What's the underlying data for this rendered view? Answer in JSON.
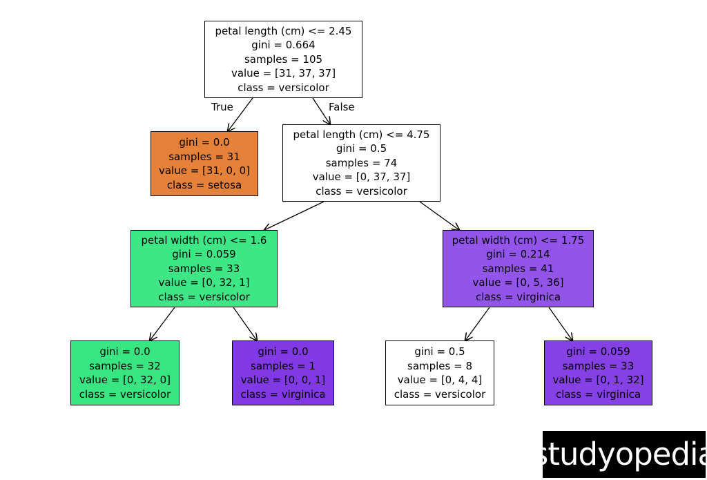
{
  "nodes": [
    {
      "id": "root",
      "lines": [
        "petal length (cm) <= 2.45",
        "gini = 0.664",
        "samples = 105",
        "value = [31, 37, 37]",
        "class = versicolor"
      ],
      "fill": "#ffffff"
    },
    {
      "id": "setosa-leaf",
      "lines": [
        "gini = 0.0",
        "samples = 31",
        "value = [31, 0, 0]",
        "class = setosa"
      ],
      "fill": "#e58139"
    },
    {
      "id": "split-petal-length-4-75",
      "lines": [
        "petal length (cm) <= 4.75",
        "gini = 0.5",
        "samples = 74",
        "value = [0, 37, 37]",
        "class = versicolor"
      ],
      "fill": "#ffffff"
    },
    {
      "id": "split-petal-width-1-6",
      "lines": [
        "petal width (cm) <= 1.6",
        "gini = 0.059",
        "samples = 33",
        "value = [0, 32, 1]",
        "class = versicolor"
      ],
      "fill": "#3fe685"
    },
    {
      "id": "split-petal-width-1-75",
      "lines": [
        "petal width (cm) <= 1.75",
        "gini = 0.214",
        "samples = 41",
        "value = [0, 5, 36]",
        "class = virginica"
      ],
      "fill": "#9355e9"
    },
    {
      "id": "versicolor-leaf-32",
      "lines": [
        "gini = 0.0",
        "samples = 32",
        "value = [0, 32, 0]",
        "class = versicolor"
      ],
      "fill": "#39e581"
    },
    {
      "id": "virginica-leaf-1",
      "lines": [
        "gini = 0.0",
        "samples = 1",
        "value = [0, 0, 1]",
        "class = virginica"
      ],
      "fill": "#8139e5"
    },
    {
      "id": "versicolor-leaf-8",
      "lines": [
        "gini = 0.5",
        "samples = 8",
        "value = [0, 4, 4]",
        "class = versicolor"
      ],
      "fill": "#ffffff"
    },
    {
      "id": "virginica-leaf-33",
      "lines": [
        "gini = 0.059",
        "samples = 33",
        "value = [0, 1, 32]",
        "class = virginica"
      ],
      "fill": "#8540e6"
    }
  ],
  "edges": [
    {
      "from": "root",
      "to": "setosa-leaf",
      "label": "True"
    },
    {
      "from": "root",
      "to": "split-petal-length-4-75",
      "label": "False"
    },
    {
      "from": "split-petal-length-4-75",
      "to": "split-petal-width-1-6",
      "label": ""
    },
    {
      "from": "split-petal-length-4-75",
      "to": "split-petal-width-1-75",
      "label": ""
    },
    {
      "from": "split-petal-width-1-6",
      "to": "versicolor-leaf-32",
      "label": ""
    },
    {
      "from": "split-petal-width-1-6",
      "to": "virginica-leaf-1",
      "label": ""
    },
    {
      "from": "split-petal-width-1-75",
      "to": "versicolor-leaf-8",
      "label": ""
    },
    {
      "from": "split-petal-width-1-75",
      "to": "virginica-leaf-33",
      "label": ""
    }
  ],
  "watermark": {
    "text": "studyopedia"
  }
}
